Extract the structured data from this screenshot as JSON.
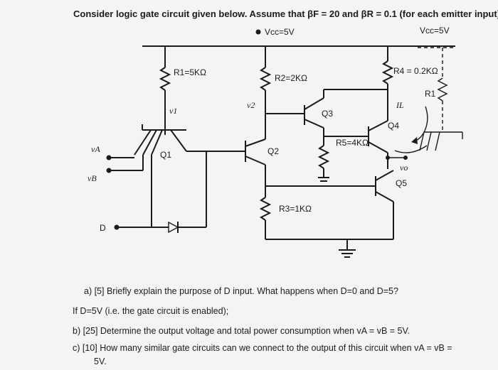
{
  "header": {
    "text": "Consider logic gate circuit given below. Assume that βF = 20 and βR = 0.1 (for each emitter input)."
  },
  "circuit": {
    "vcc_main": "Vcc=5V",
    "vcc_right": "Vcc=5V",
    "r1": "R1=5KΩ",
    "r2": "R2=2KΩ",
    "r3": "R3=1KΩ",
    "r4": "R4 = 0.2KΩ",
    "r5": "R5=4KΩ",
    "r1_right": "R1",
    "v1": "v1",
    "v2": "v2",
    "q1": "Q1",
    "q2": "Q2",
    "q3": "Q3",
    "q4": "Q4",
    "q5": "Q5",
    "il": "IL",
    "va": "vA",
    "vb": "vB",
    "vo": "vo",
    "d": "D"
  },
  "questions": {
    "a": "a) [5] Briefly explain the purpose of D input. What happens when D=0 and D=5?",
    "enabled": "If D=5V (i.e. the gate circuit is enabled);",
    "b": "b)  [25] Determine the output voltage and total power consumption when vA = vB = 5V.",
    "c1": "c)  [10] How many similar gate circuits can we connect to the output of this circuit when vA = vB =",
    "c2": "5V."
  }
}
